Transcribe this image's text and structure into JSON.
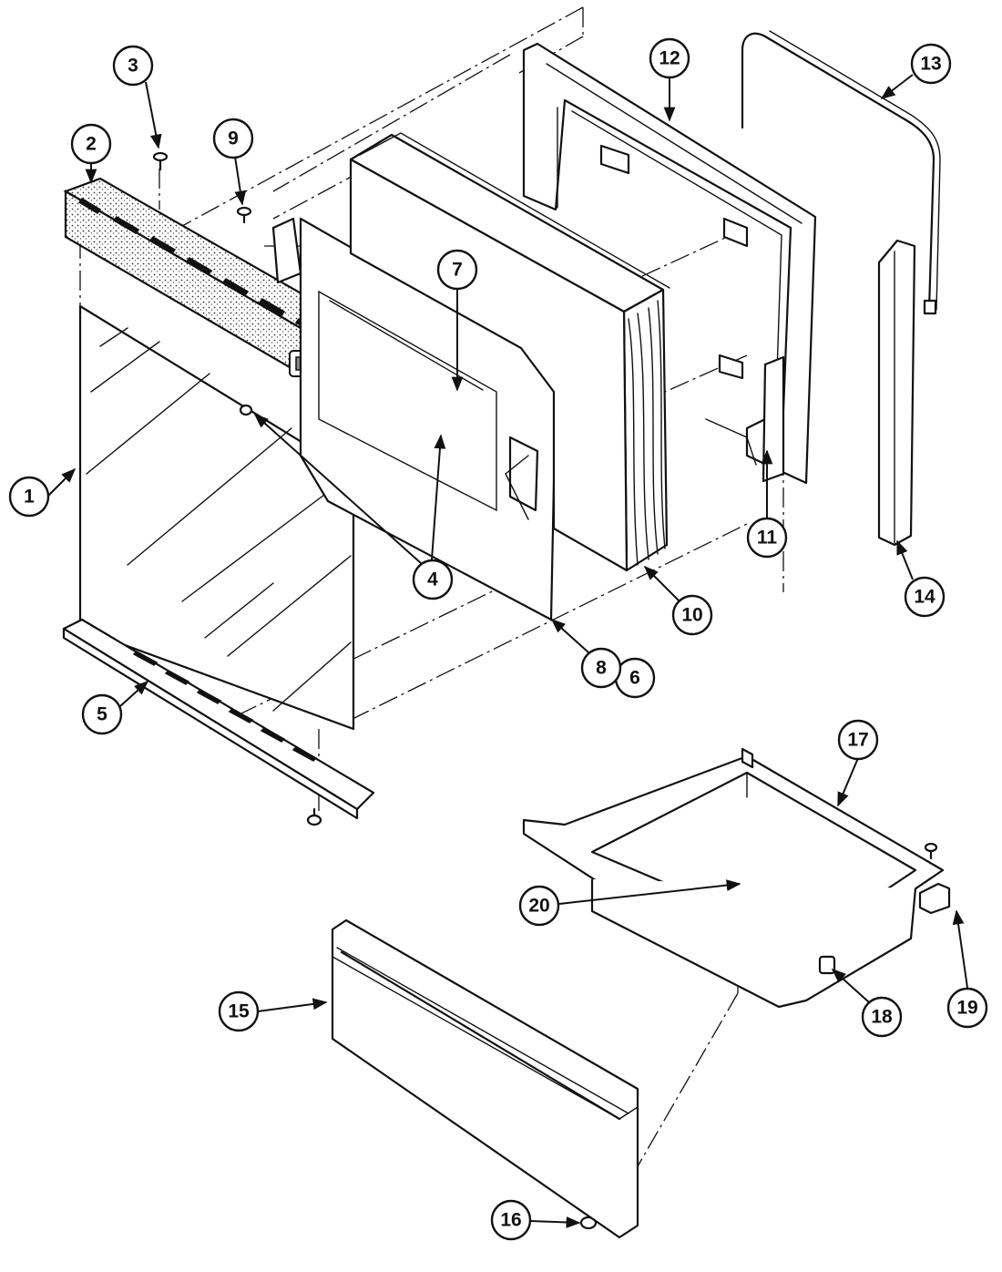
{
  "callouts": [
    {
      "id": "c1",
      "label": "1"
    },
    {
      "id": "c2",
      "label": "2"
    },
    {
      "id": "c3",
      "label": "3"
    },
    {
      "id": "c4",
      "label": "4"
    },
    {
      "id": "c5",
      "label": "5"
    },
    {
      "id": "c6",
      "label": "6"
    },
    {
      "id": "c7",
      "label": "7"
    },
    {
      "id": "c8",
      "label": "8"
    },
    {
      "id": "c9",
      "label": "9"
    },
    {
      "id": "c10",
      "label": "10"
    },
    {
      "id": "c11",
      "label": "11"
    },
    {
      "id": "c12",
      "label": "12"
    },
    {
      "id": "c13",
      "label": "13"
    },
    {
      "id": "c14",
      "label": "14"
    },
    {
      "id": "c15",
      "label": "15"
    },
    {
      "id": "c16",
      "label": "16"
    },
    {
      "id": "c17",
      "label": "17"
    },
    {
      "id": "c18",
      "label": "18"
    },
    {
      "id": "c19",
      "label": "19"
    },
    {
      "id": "c20",
      "label": "20"
    }
  ]
}
